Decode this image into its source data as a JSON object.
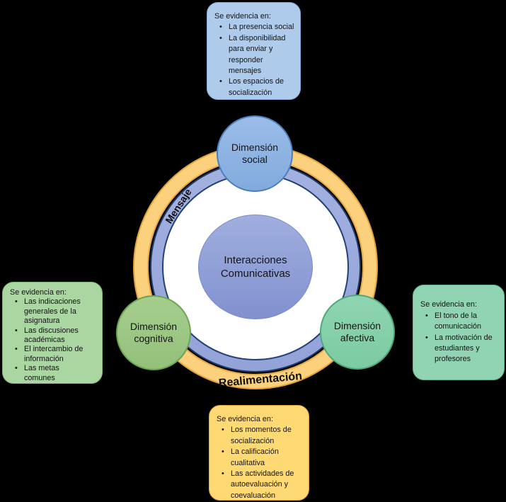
{
  "diagram_title": "Interacciones Comunicativas",
  "colors": {
    "background": "#000000",
    "outer_ring_fill": "#FBD17E",
    "outer_ring_border": "#E3A33C",
    "message_ring_fill": "#9AA9DC",
    "message_ring_border": "#1F3864",
    "inner_disc": "#FFFFFF",
    "center_circle": "#8D9CD6",
    "social_circle": "#8DB3E2",
    "social_box": "#AECBEC",
    "cognitive_circle": "#9CC884",
    "cognitive_box": "#A9D6A1",
    "affective_circle": "#86D0AA",
    "affective_box": "#90D4B3",
    "feedback_box": "#FFD973"
  },
  "center": {
    "label": "Interacciones Comunicativas"
  },
  "rings": {
    "mensaje": "Mensaje",
    "realimentacion": "Realimentación"
  },
  "circles": {
    "social": {
      "label": "Dimensión social"
    },
    "cognitiva": {
      "label": "Dimensión cognitiva"
    },
    "afectiva": {
      "label": "Dimensión afectiva"
    }
  },
  "boxes": {
    "social": {
      "title": "Se evidencia en:",
      "items": [
        "La presencia social",
        "La disponibilidad para enviar y responder mensajes",
        "Los espacios de socialización"
      ]
    },
    "cognitiva": {
      "title": "Se evidencia en:",
      "items": [
        "Las indicaciones generales de la asignatura",
        "Las discusiones académicas",
        "El intercambio de información",
        "Las metas comunes"
      ]
    },
    "afectiva": {
      "title": "Se evidencia en:",
      "items": [
        "El tono de la comunicación",
        "La motivación de estudiantes y profesores"
      ]
    },
    "realimentacion": {
      "title": "Se evidencia en:",
      "items": [
        "Los momentos de socialización",
        "La calificación cualitativa",
        "Las actividades de autoevaluación y coevaluación"
      ]
    }
  }
}
